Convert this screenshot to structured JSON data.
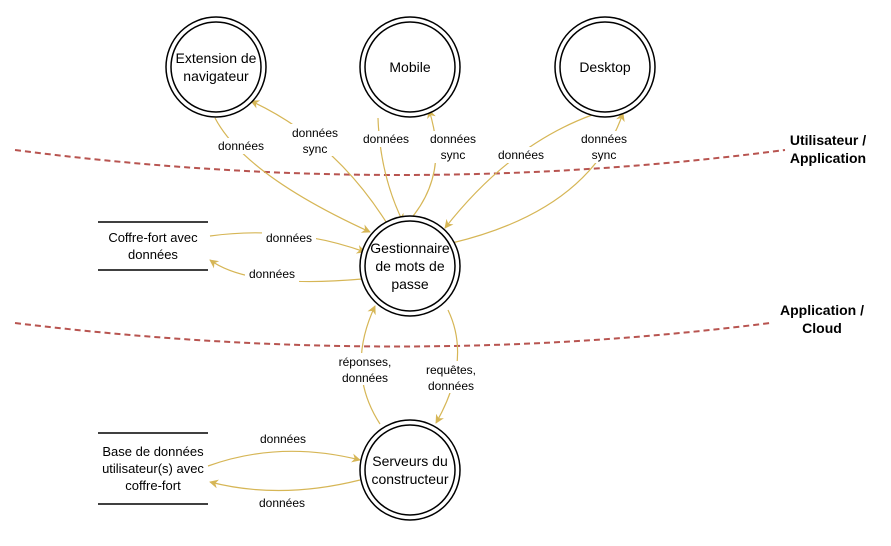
{
  "nodes": {
    "browser_extension": "Extension de navigateur",
    "mobile": "Mobile",
    "desktop": "Desktop",
    "password_manager": "Gestionnaire de mots de passe",
    "vendor_servers": "Serveurs du constructeur"
  },
  "stores": {
    "local_vault": "Coffre-fort avec données",
    "user_database": "Base de données utilisateur(s) avec coffre-fort"
  },
  "boundaries": {
    "user_app": [
      "Utilisateur /",
      "Application"
    ],
    "app_cloud": [
      "Application /",
      "Cloud"
    ]
  },
  "flows": {
    "ext_to_pm": "données",
    "pm_to_ext": [
      "données",
      "sync"
    ],
    "mobile_to_pm": "données",
    "pm_to_mobile": [
      "données",
      "sync"
    ],
    "desktop_to_pm": "données",
    "pm_to_desktop": [
      "données",
      "sync"
    ],
    "vault_to_pm": "données",
    "pm_to_vault": "données",
    "servers_to_pm": [
      "réponses,",
      "données"
    ],
    "pm_to_servers": [
      "requêtes,",
      "données"
    ],
    "db_to_servers": "données",
    "servers_to_db": "données"
  },
  "colors": {
    "flow": "#D6B656",
    "boundary": "#B85450",
    "stroke": "#000000"
  }
}
